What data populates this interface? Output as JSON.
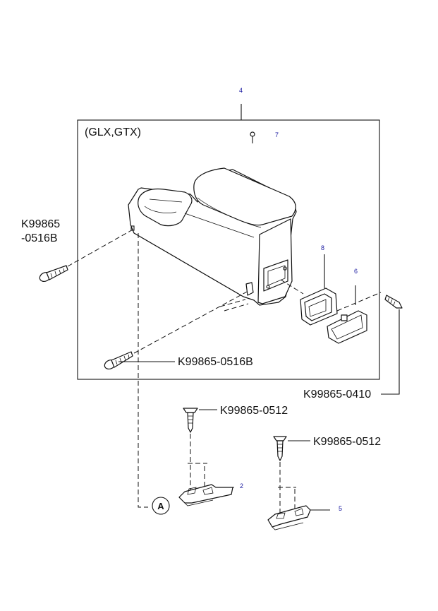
{
  "diagram": {
    "variant_label": "(GLX,GTX)",
    "refs": {
      "r4": "4",
      "r7": "7",
      "r8": "8",
      "r6": "6",
      "r2": "2",
      "r5": "5"
    },
    "circle_label": "A",
    "parts": {
      "screw_left_line1": "K99865",
      "screw_left_line2": "-0516B",
      "screw_bottom": "K99865-0516B",
      "screw_right": "K99865-0410",
      "screw_bracket_left": "K99865-0512",
      "screw_bracket_right": "K99865-0512"
    }
  }
}
